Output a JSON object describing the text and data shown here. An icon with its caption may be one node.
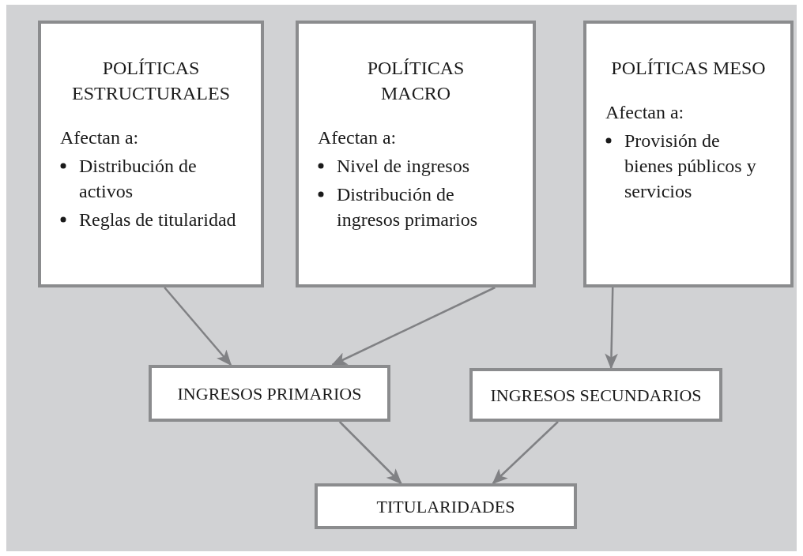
{
  "diagram": {
    "nodes": [
      {
        "text": [
          "POLÍTICAS ESTRUCTURALES",
          "Afectan a:",
          "Distribución de activos",
          "Reglas de titularidad"
        ]
      },
      {
        "text": [
          "POLÍTICAS MACRO",
          "Afectan a:",
          "Nivel de ingresos",
          "Distribución de ingresos primarios"
        ]
      },
      {
        "text": [
          "POLÍTICAS MESO",
          "Afectan a:",
          "Provisión de bienes públicos y servicios"
        ]
      },
      {
        "text": [
          "INGRESOS PRIMARIOS"
        ]
      },
      {
        "text": [
          "INGRESOS SECUNDARIOS"
        ]
      },
      {
        "text": [
          "TITULARIDADES"
        ]
      }
    ],
    "edges": [
      {
        "from": 0,
        "to": 3,
        "arrow": "to"
      },
      {
        "from": 1,
        "to": 3,
        "arrow": "to"
      },
      {
        "from": 2,
        "to": 4,
        "arrow": "to"
      },
      {
        "from": 3,
        "to": 5,
        "arrow": "to"
      },
      {
        "from": 4,
        "to": 5,
        "arrow": "to"
      }
    ]
  }
}
